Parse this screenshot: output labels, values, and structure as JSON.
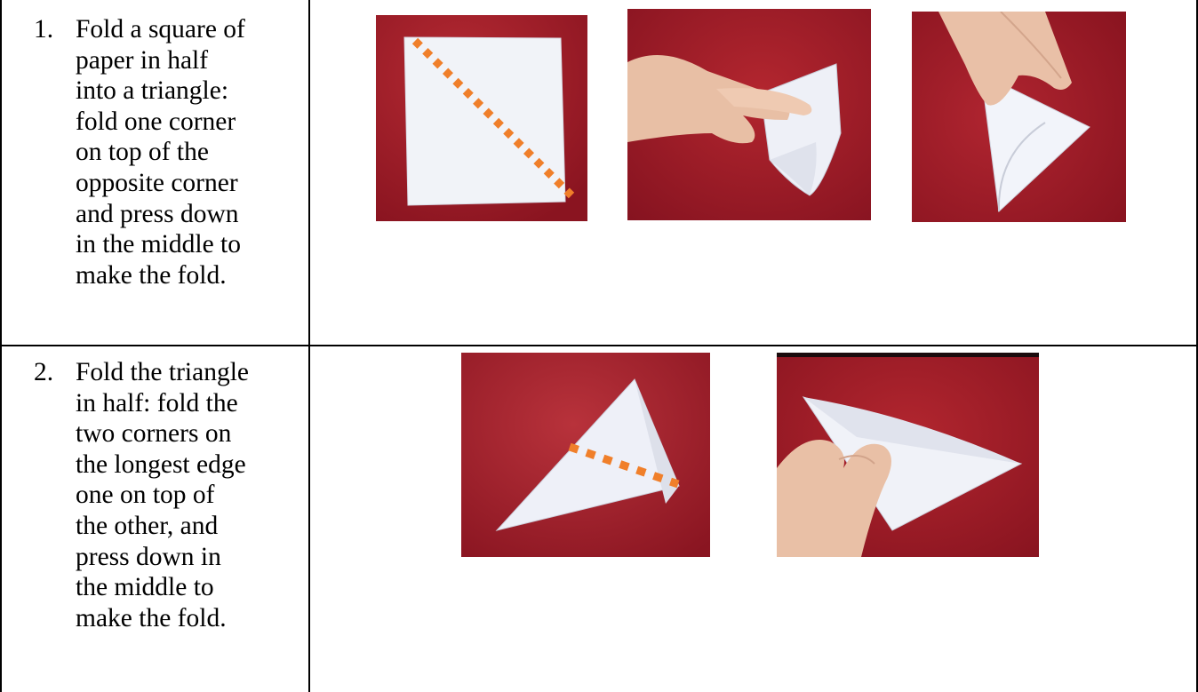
{
  "steps": [
    {
      "number": "1.",
      "text": "Fold a square of\npaper in half\ninto a triangle:\nfold one corner\non top of the\nopposite corner\nand press down\nin the middle to\nmake the fold."
    },
    {
      "number": "2.",
      "text": "Fold the triangle\nin half: fold the\ntwo corners on\nthe longest edge\none on top of\nthe other, and\npress down in\nthe middle to\nmake the fold."
    }
  ],
  "colors": {
    "background_red": "#9c1a24",
    "paper": "#f2f4fa",
    "fold_line": "#f07f2a",
    "skin": "#e8bfa5"
  }
}
